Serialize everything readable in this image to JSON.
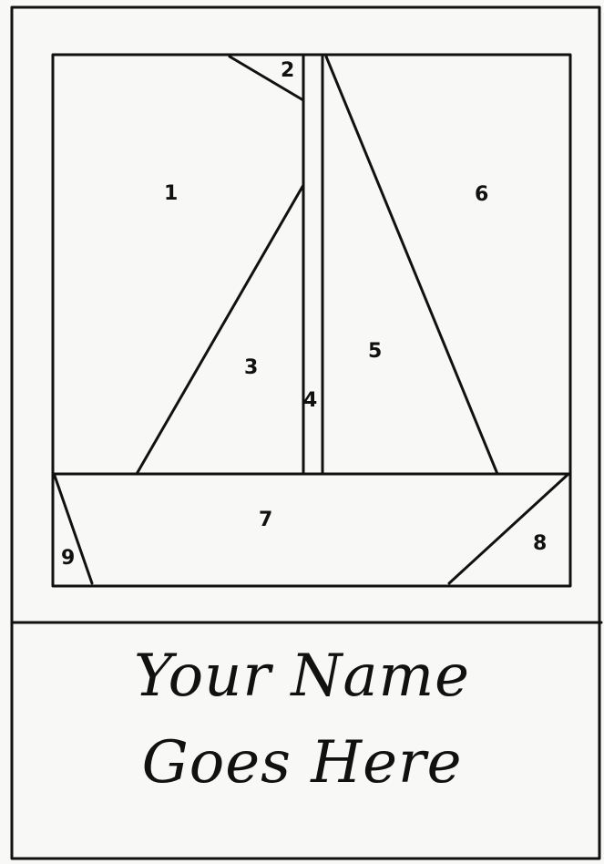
{
  "pattern": {
    "pieces": [
      {
        "id": "piece-1",
        "label": "1"
      },
      {
        "id": "piece-2",
        "label": "2"
      },
      {
        "id": "piece-3",
        "label": "3"
      },
      {
        "id": "piece-4",
        "label": "4"
      },
      {
        "id": "piece-5",
        "label": "5"
      },
      {
        "id": "piece-6",
        "label": "6"
      },
      {
        "id": "piece-7",
        "label": "7"
      },
      {
        "id": "piece-8",
        "label": "8"
      },
      {
        "id": "piece-9",
        "label": "9"
      }
    ]
  },
  "name_panel": {
    "line1": "Your Name",
    "line2": "Goes Here"
  }
}
